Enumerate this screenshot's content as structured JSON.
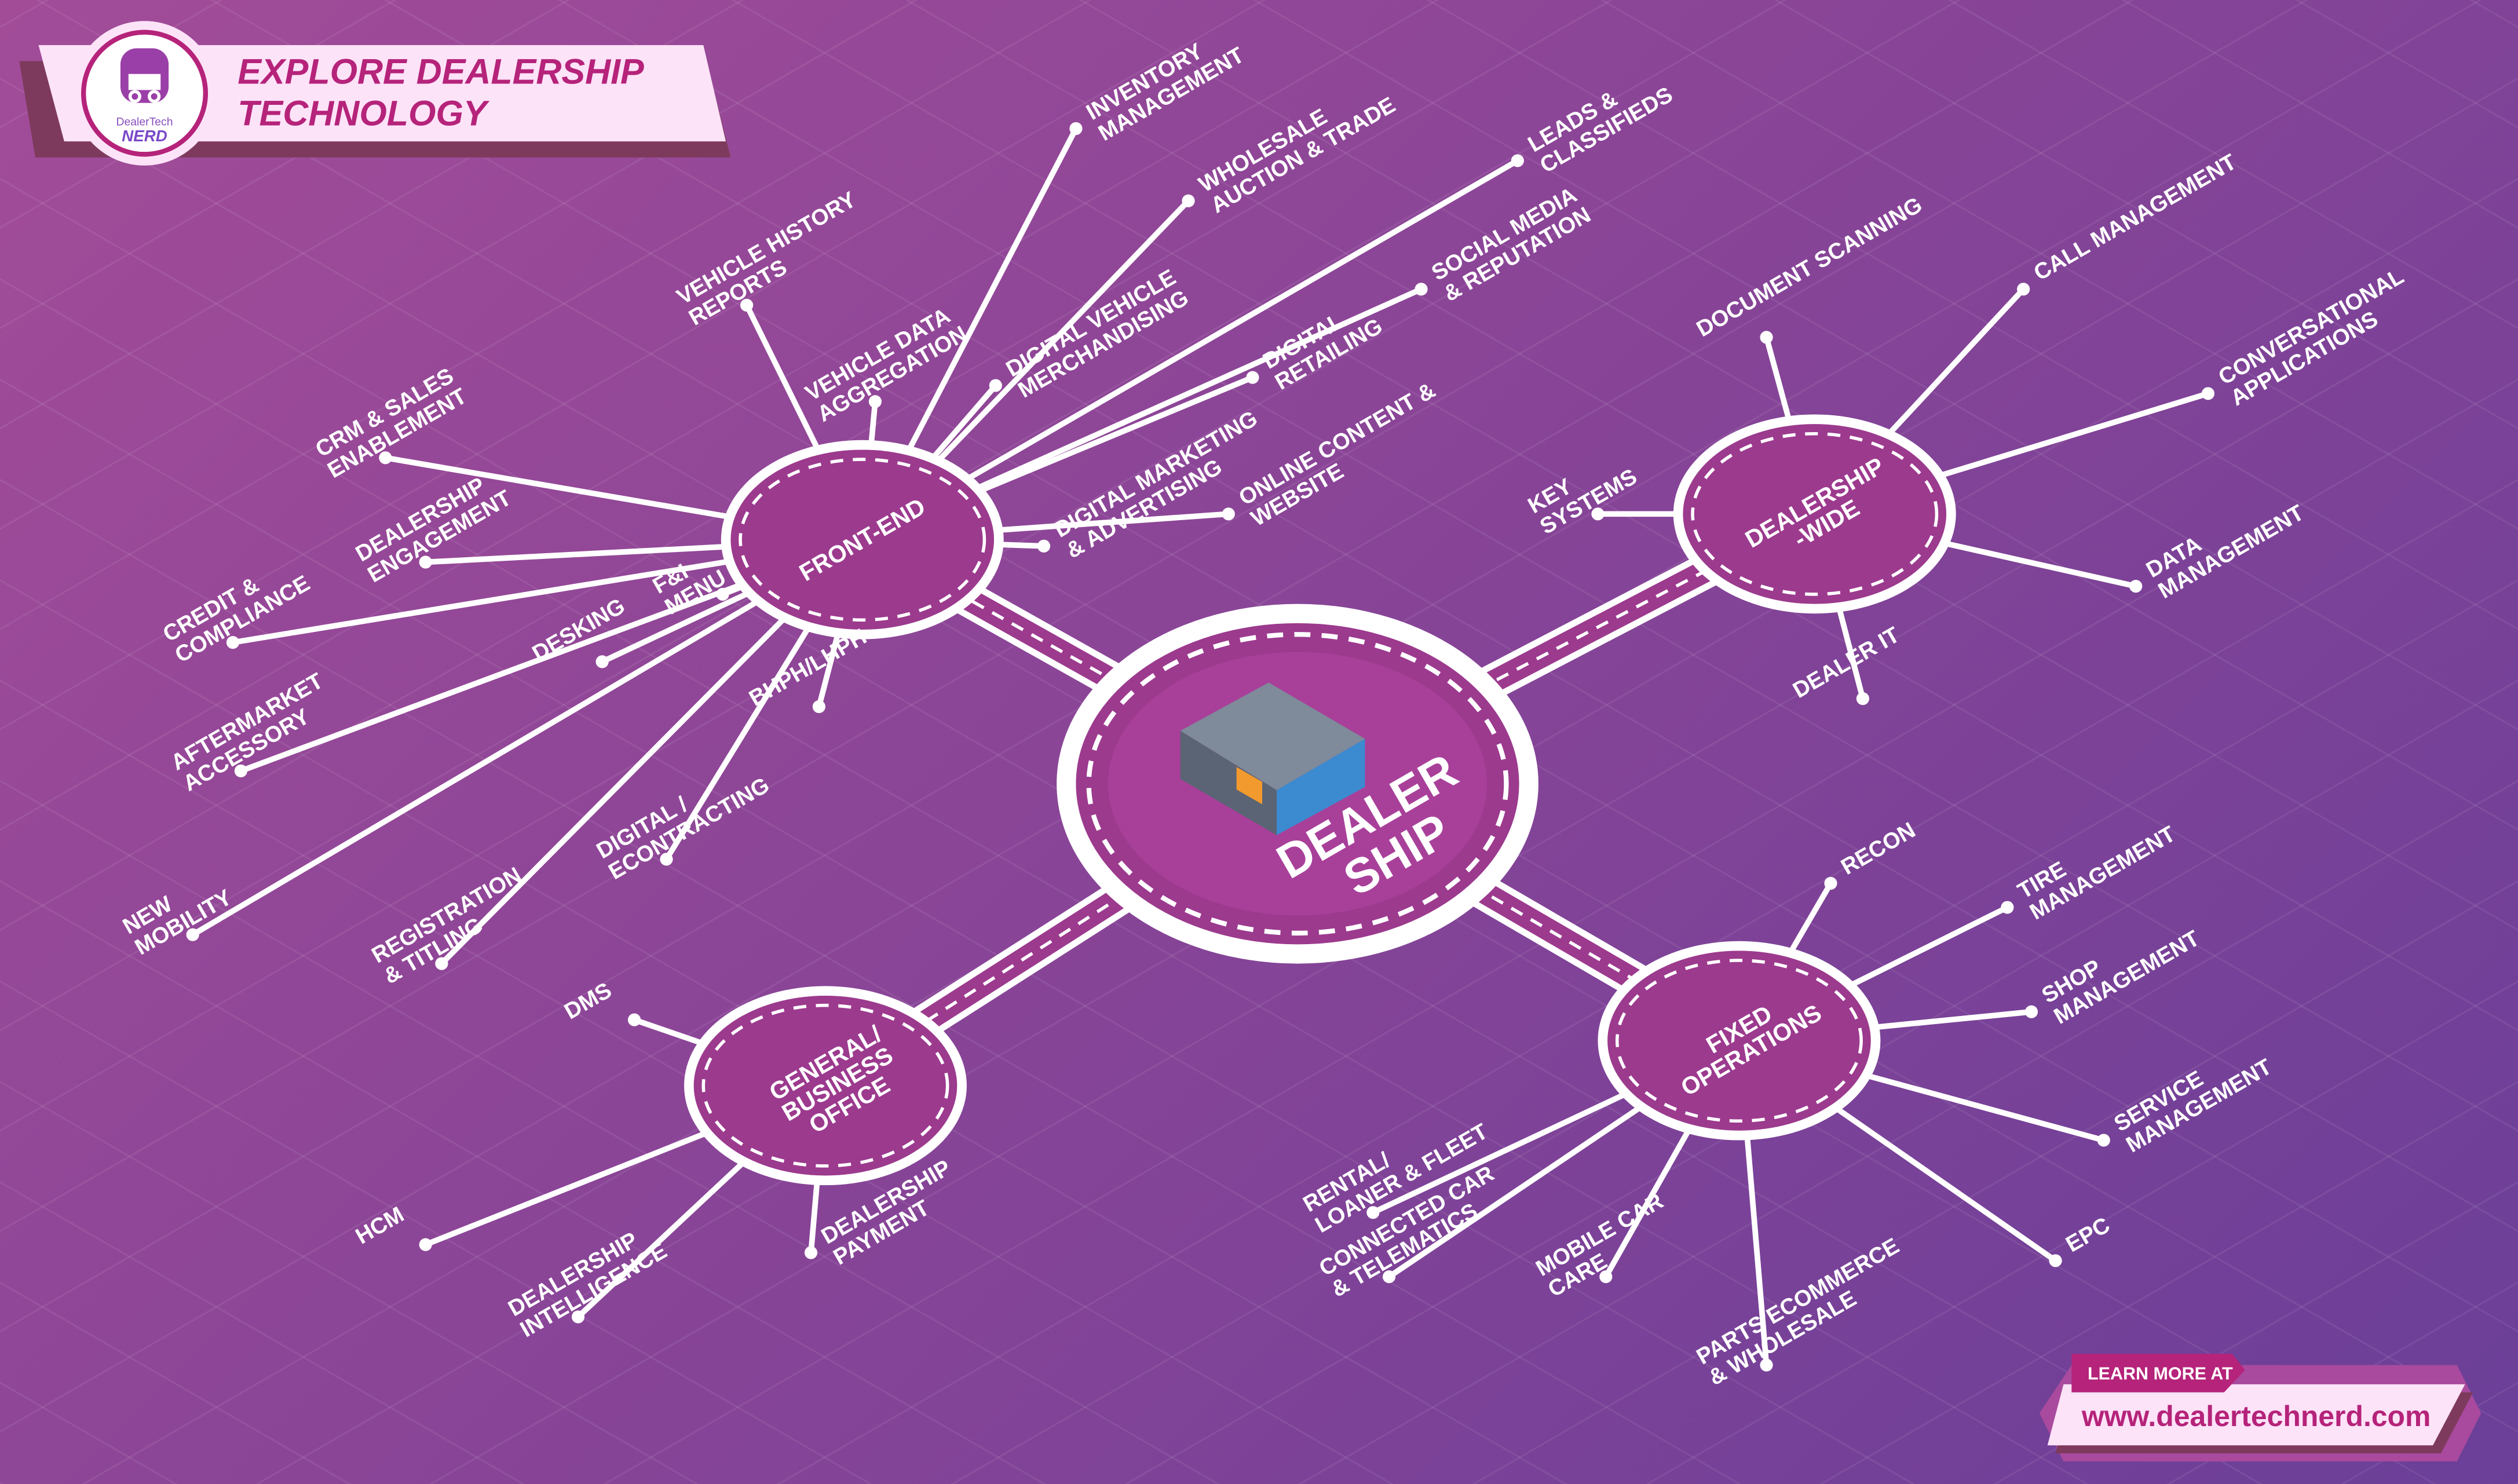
{
  "header": {
    "title_lines": [
      "EXPLORE DEALERSHIP",
      "TECHNOLOGY"
    ],
    "logo_top": "DealerTech",
    "logo_bottom": "NERD"
  },
  "center": {
    "lines": [
      "DEALER",
      "SHIP"
    ]
  },
  "hubs": [
    {
      "id": "front",
      "lines": [
        "FRONT-END"
      ],
      "items": [
        {
          "id": "inventory",
          "lines": [
            "INVENTORY",
            "MANAGEMENT"
          ]
        },
        {
          "id": "wholesale",
          "lines": [
            "WHOLESALE",
            "AUCTION & TRADE"
          ]
        },
        {
          "id": "history",
          "lines": [
            "VEHICLE HISTORY",
            "REPORTS"
          ]
        },
        {
          "id": "merch",
          "lines": [
            "DIGITAL VEHICLE",
            "MERCHANDISING"
          ]
        },
        {
          "id": "aggregation",
          "lines": [
            "VEHICLE DATA",
            "AGGREGATION"
          ]
        },
        {
          "id": "crm",
          "lines": [
            "CRM & SALES",
            "ENABLEMENT"
          ]
        },
        {
          "id": "engagement",
          "lines": [
            "DEALERSHIP",
            "ENGAGEMENT"
          ]
        },
        {
          "id": "fni",
          "lines": [
            "F&I",
            "MENU"
          ]
        },
        {
          "id": "desking",
          "lines": [
            "DESKING"
          ]
        },
        {
          "id": "credit",
          "lines": [
            "CREDIT &",
            "COMPLIANCE"
          ]
        },
        {
          "id": "bhph",
          "lines": [
            "BHPH/LHPH"
          ]
        },
        {
          "id": "aftermarket",
          "lines": [
            "AFTERMARKET",
            "ACCESSORY"
          ]
        },
        {
          "id": "econtract",
          "lines": [
            "DIGITAL /",
            "ECONTRACTING"
          ]
        },
        {
          "id": "mobility",
          "lines": [
            "NEW",
            "MOBILITY"
          ]
        },
        {
          "id": "registration",
          "lines": [
            "REGISTRATION",
            "& TITLING"
          ]
        },
        {
          "id": "marketing",
          "lines": [
            "DIGITAL MARKETING",
            "& ADVERTISING"
          ]
        },
        {
          "id": "online",
          "lines": [
            "ONLINE CONTENT &",
            "WEBSITE"
          ]
        },
        {
          "id": "retailing",
          "lines": [
            "DIGITAL",
            "RETAILING"
          ]
        },
        {
          "id": "social",
          "lines": [
            "SOCIAL MEDIA",
            "& REPUTATION"
          ]
        },
        {
          "id": "leads",
          "lines": [
            "LEADS &",
            "CLASSIFIEDS"
          ]
        }
      ]
    },
    {
      "id": "wide",
      "lines": [
        "DEALERSHIP",
        "-WIDE"
      ],
      "items": [
        {
          "id": "docscan",
          "lines": [
            "DOCUMENT SCANNING"
          ]
        },
        {
          "id": "call",
          "lines": [
            "CALL MANAGEMENT"
          ]
        },
        {
          "id": "conv",
          "lines": [
            "CONVERSATIONAL",
            "APPLICATIONS"
          ]
        },
        {
          "id": "keys",
          "lines": [
            "KEY",
            "SYSTEMS"
          ]
        },
        {
          "id": "data",
          "lines": [
            "DATA",
            "MANAGEMENT"
          ]
        },
        {
          "id": "it",
          "lines": [
            "DEALER IT"
          ]
        }
      ]
    },
    {
      "id": "fixed",
      "lines": [
        "FIXED",
        "OPERATIONS"
      ],
      "items": [
        {
          "id": "recon",
          "lines": [
            "RECON"
          ]
        },
        {
          "id": "tire",
          "lines": [
            "TIRE",
            "MANAGEMENT"
          ]
        },
        {
          "id": "shop",
          "lines": [
            "SHOP",
            "MANAGEMENT"
          ]
        },
        {
          "id": "service",
          "lines": [
            "SERVICE",
            "MANAGEMENT"
          ]
        },
        {
          "id": "rental",
          "lines": [
            "RENTAL/",
            "LOANER & FLEET"
          ]
        },
        {
          "id": "connected",
          "lines": [
            "CONNECTED CAR",
            "& TELEMATICS"
          ]
        },
        {
          "id": "mobile",
          "lines": [
            "MOBILE CAR",
            "CARE"
          ]
        },
        {
          "id": "parts",
          "lines": [
            "PARTS ECOMMERCE",
            "& WHOLESALE"
          ]
        },
        {
          "id": "epc",
          "lines": [
            "EPC"
          ]
        }
      ]
    },
    {
      "id": "general",
      "lines": [
        "GENERAL/",
        "BUSINESS",
        "OFFICE"
      ],
      "items": [
        {
          "id": "dms",
          "lines": [
            "DMS"
          ]
        },
        {
          "id": "hcm",
          "lines": [
            "HCM"
          ]
        },
        {
          "id": "intel",
          "lines": [
            "DEALERSHIP",
            "INTELLIGENCE"
          ]
        },
        {
          "id": "payment",
          "lines": [
            "DEALERSHIP",
            "PAYMENT"
          ]
        }
      ]
    }
  ],
  "footer": {
    "cta": "LEARN MORE AT",
    "url": "www.dealertechnerd.com"
  },
  "colors": {
    "accent": "#b5237a",
    "panel": "#fde3f8",
    "shadow": "#7e3a5c",
    "hub": "#9c3a8e"
  }
}
